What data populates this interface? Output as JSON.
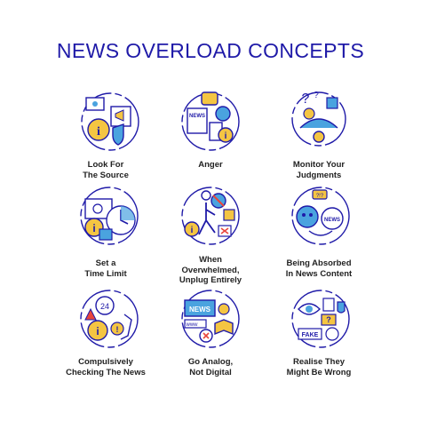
{
  "title": "NEWS OVERLOAD CONCEPTS",
  "colors": {
    "title": "#1f1aa8",
    "outline": "#1f1aa8",
    "blue": "#4aa3df",
    "yellow": "#f4c542",
    "red": "#e8453c"
  },
  "concepts": [
    {
      "label": "Look For\nThe Source",
      "icon": "source-icon"
    },
    {
      "label": "Anger",
      "icon": "anger-icon"
    },
    {
      "label": "Monitor Your\nJudgments",
      "icon": "judgments-icon"
    },
    {
      "label": "Set a\nTime Limit",
      "icon": "time-limit-icon"
    },
    {
      "label": "When\nOverwhelmed,\nUnplug Entirely",
      "icon": "unplug-icon"
    },
    {
      "label": "Being Absorbed\nIn News Content",
      "icon": "absorbed-icon"
    },
    {
      "label": "Compulsively\nChecking The News",
      "icon": "checking-icon"
    },
    {
      "label": "Go Analog,\nNot Digital",
      "icon": "analog-icon"
    },
    {
      "label": "Realise They\nMight Be Wrong",
      "icon": "wrong-icon"
    }
  ],
  "icon_text": {
    "news": "NEWS",
    "fake": "FAKE",
    "www": "www",
    "time_24": "24",
    "question": "?!?"
  }
}
